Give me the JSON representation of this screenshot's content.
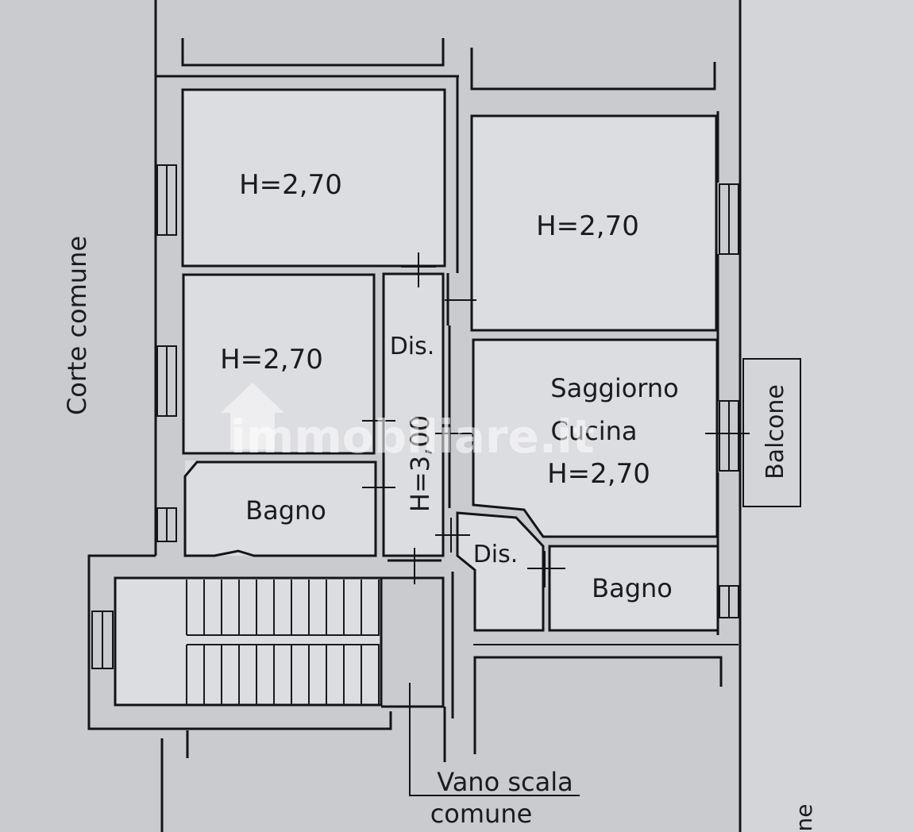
{
  "labels": {
    "room_top_left_height": "H=2,70",
    "room_top_right_height": "H=2,70",
    "room_mid_left_height": "H=2,70",
    "corridor_label": "Dis.",
    "corridor_height": "H=3,00",
    "living_line1": "Saggiorno",
    "living_line2": "Cucina",
    "living_height": "H=2,70",
    "bath_left": "Bagno",
    "bath_right": "Bagno",
    "corridor2_label": "Dis.",
    "balcony": "Balcone",
    "courtyard": "Corte comune",
    "stair_line1": "Vano scala",
    "stair_line2": "comune",
    "edge_text": "ne"
  },
  "watermark": "immobiliare.it",
  "colors": {
    "background": "#c9cbcf",
    "room_fill": "#dcdde0",
    "wall": "#141416"
  }
}
